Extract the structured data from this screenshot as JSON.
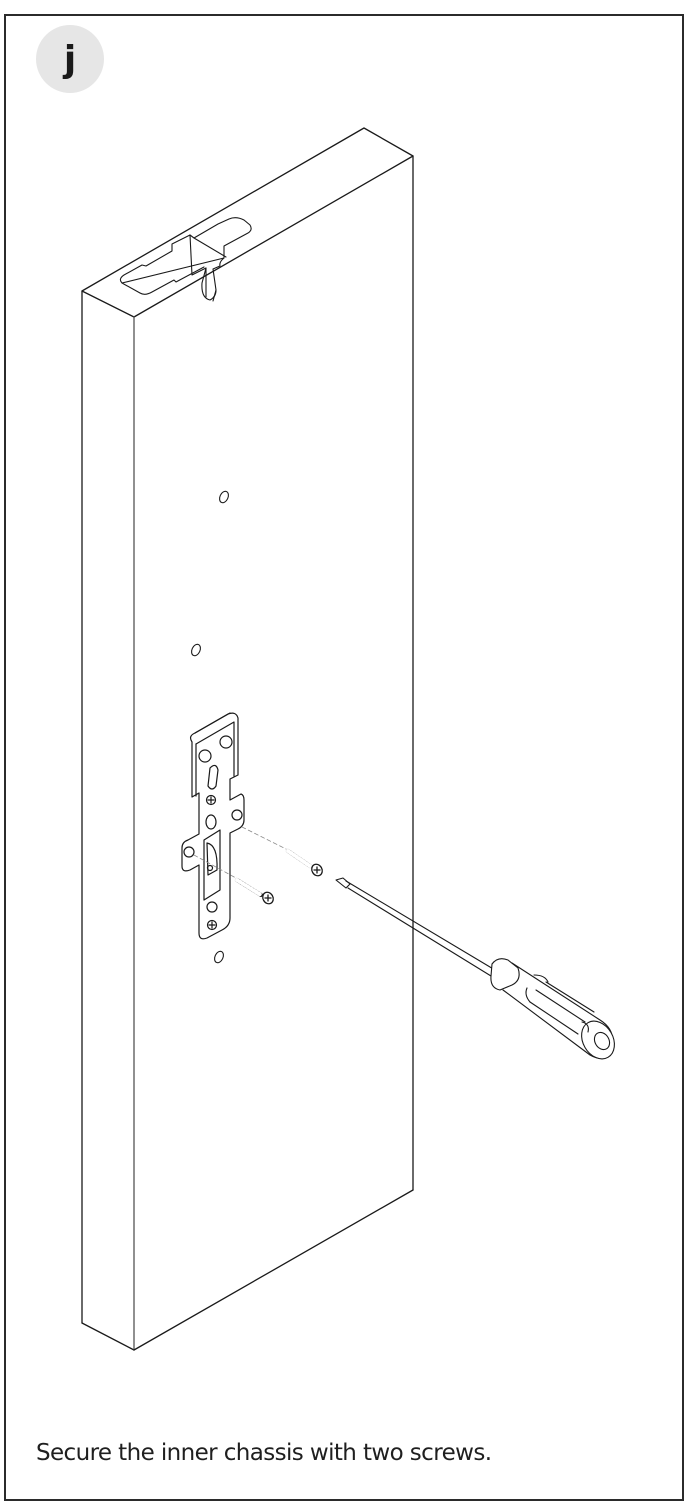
{
  "step": {
    "label": "j",
    "badge_color": "#e6e6e6"
  },
  "illustration": {
    "description": "Isometric line drawing of a door edge with mortise pocket at top, an inner chassis plate being fastened with two screws, and a Phillips screwdriver",
    "parts": [
      "door-panel",
      "top-mortise-cutout",
      "pilot-hole",
      "pilot-hole",
      "pilot-hole",
      "inner-chassis-plate",
      "screw",
      "screw",
      "screwdriver"
    ],
    "line_color": "#1a1a1a"
  },
  "caption": {
    "text": "Secure the inner chassis with two screws."
  }
}
